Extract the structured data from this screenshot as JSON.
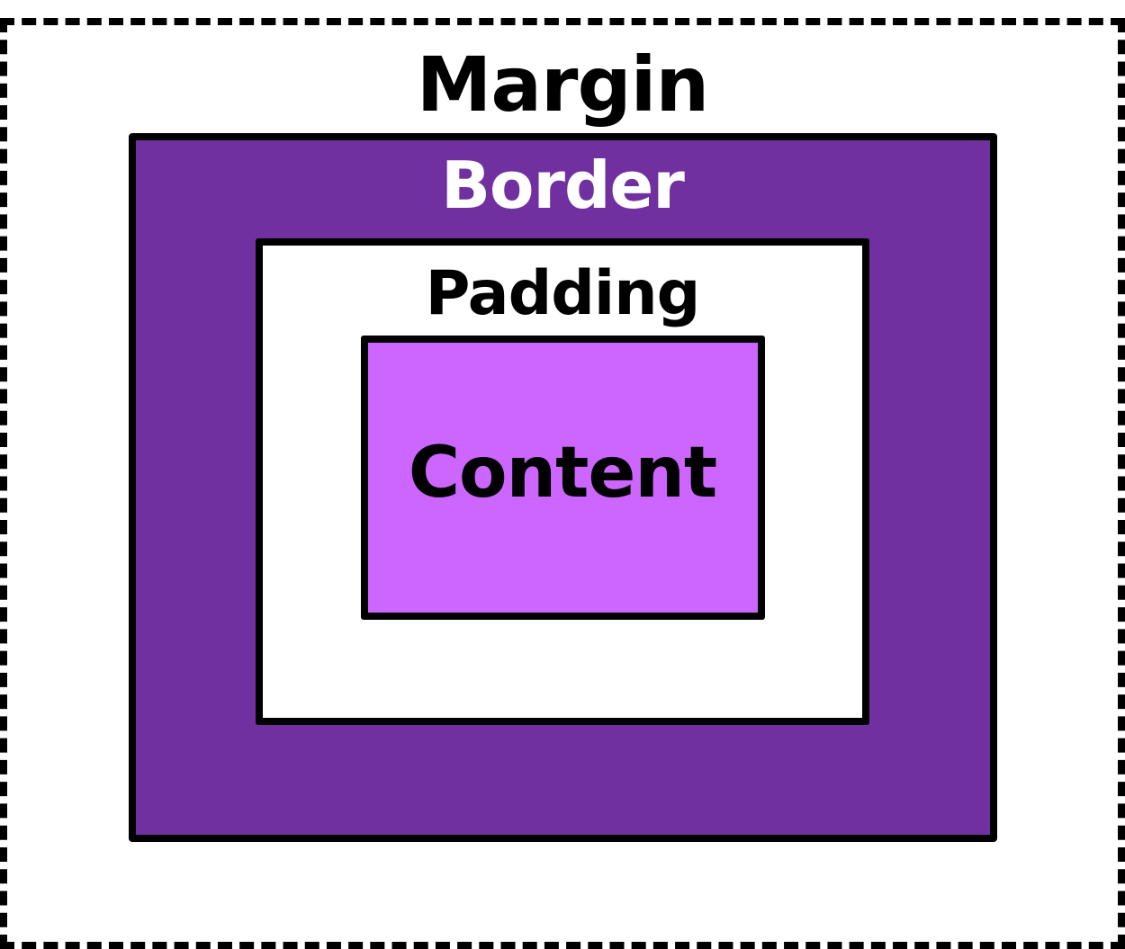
{
  "diagram": {
    "layers": [
      {
        "key": "margin",
        "label": "Margin",
        "fill": "#ffffff",
        "text_color": "#000000",
        "outline": "dashed"
      },
      {
        "key": "border",
        "label": "Border",
        "fill": "#7030a0",
        "text_color": "#ffffff",
        "outline": "solid"
      },
      {
        "key": "padding",
        "label": "Padding",
        "fill": "#ffffff",
        "text_color": "#000000",
        "outline": "solid"
      },
      {
        "key": "content",
        "label": "Content",
        "fill": "#cc66ff",
        "text_color": "#000000",
        "outline": "solid"
      }
    ]
  }
}
